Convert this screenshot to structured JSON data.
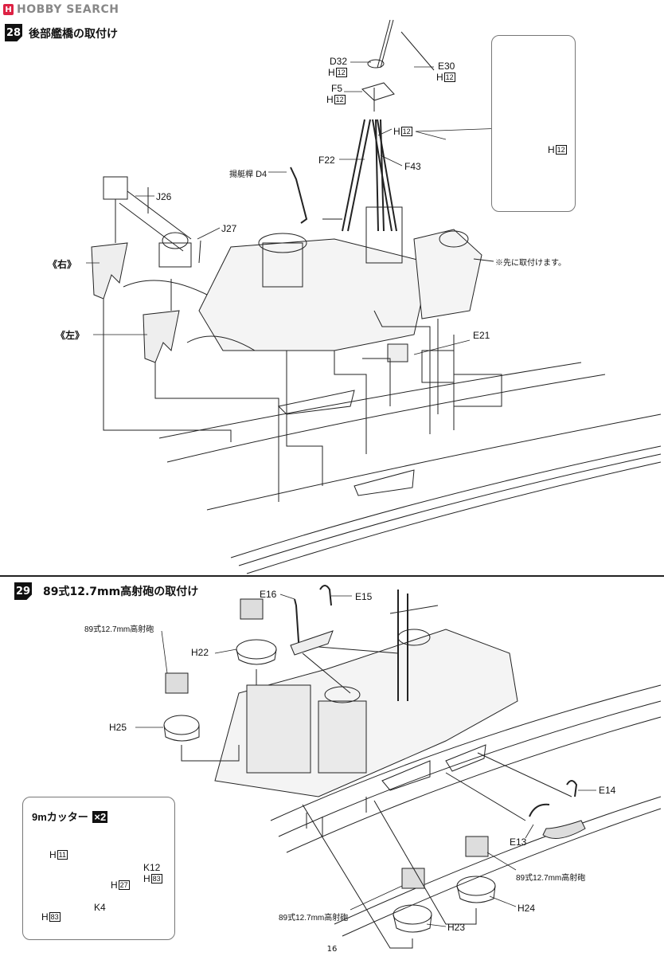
{
  "site": {
    "logo_mark": "H",
    "logo_text": "HOBBY SEARCH"
  },
  "step28": {
    "number": "28",
    "title": "後部艦橋の取付け",
    "labels": {
      "d32": "D32",
      "f5": "F5",
      "e30": "E30",
      "f22": "F22",
      "f43": "F43",
      "d4_prefix": "揚艇桿",
      "d4": "D4",
      "j26": "J26",
      "j27": "J27",
      "right": "《右》",
      "left": "《左》",
      "e21": "E21",
      "note": "※先に取付けます。",
      "h": "H",
      "h12": "12"
    }
  },
  "step29": {
    "number": "29",
    "title": "89式12.7mm高射砲の取付け",
    "labels": {
      "e16": "E16",
      "e15": "E15",
      "h22": "H22",
      "h25": "H25",
      "gun": "89式12.7mm高射砲",
      "e14": "E14",
      "e13": "E13",
      "h24": "H24",
      "h23": "H23"
    },
    "cutter": {
      "title": "9mカッター",
      "qty": "×2",
      "h": "H",
      "h11": "11",
      "h27": "27",
      "h83": "83",
      "k12": "K12",
      "k4": "K4"
    }
  },
  "page_number": "16"
}
